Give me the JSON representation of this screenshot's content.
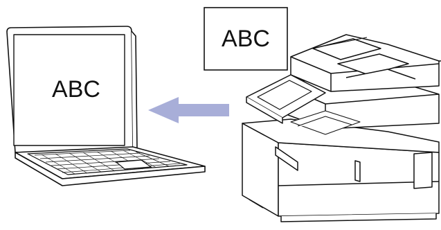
{
  "laptop_screen_text": "ABC",
  "document_text": "ABC",
  "arrow": {
    "direction": "left",
    "color": "#a8aed8"
  },
  "colors": {
    "outline": "#111111",
    "arrow": "#a8aed8",
    "background": "#ffffff"
  },
  "icons": [
    "laptop-icon",
    "printer-icon",
    "document-icon",
    "arrow-left-icon"
  ]
}
